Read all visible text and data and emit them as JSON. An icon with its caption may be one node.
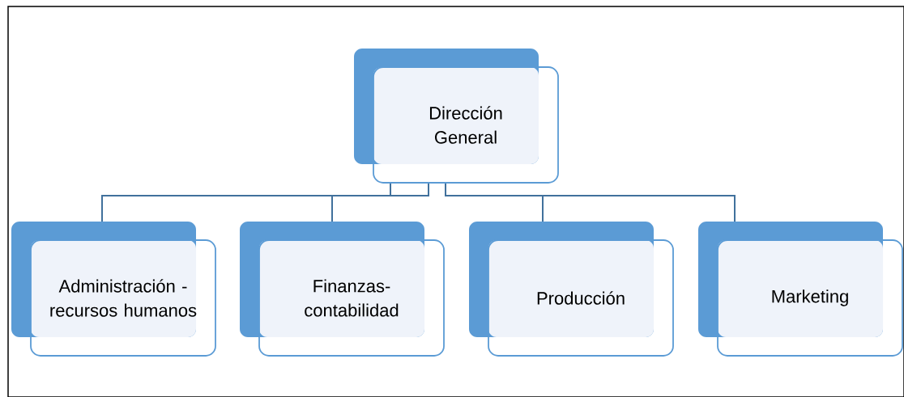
{
  "diagram": {
    "nodes": [
      {
        "text": [
          "Dirección General"
        ]
      },
      {
        "text": [
          "Administración - recursos humanos"
        ]
      },
      {
        "text": [
          "Finanzas-contabilidad"
        ]
      },
      {
        "text": [
          "Producción"
        ]
      },
      {
        "text": [
          "Marketing"
        ]
      }
    ],
    "edges": [
      {
        "from": 0,
        "to": 1,
        "arrow": "none"
      },
      {
        "from": 0,
        "to": 2,
        "arrow": "none"
      },
      {
        "from": 0,
        "to": 3,
        "arrow": "none"
      },
      {
        "from": 0,
        "to": 4,
        "arrow": "none"
      }
    ]
  }
}
